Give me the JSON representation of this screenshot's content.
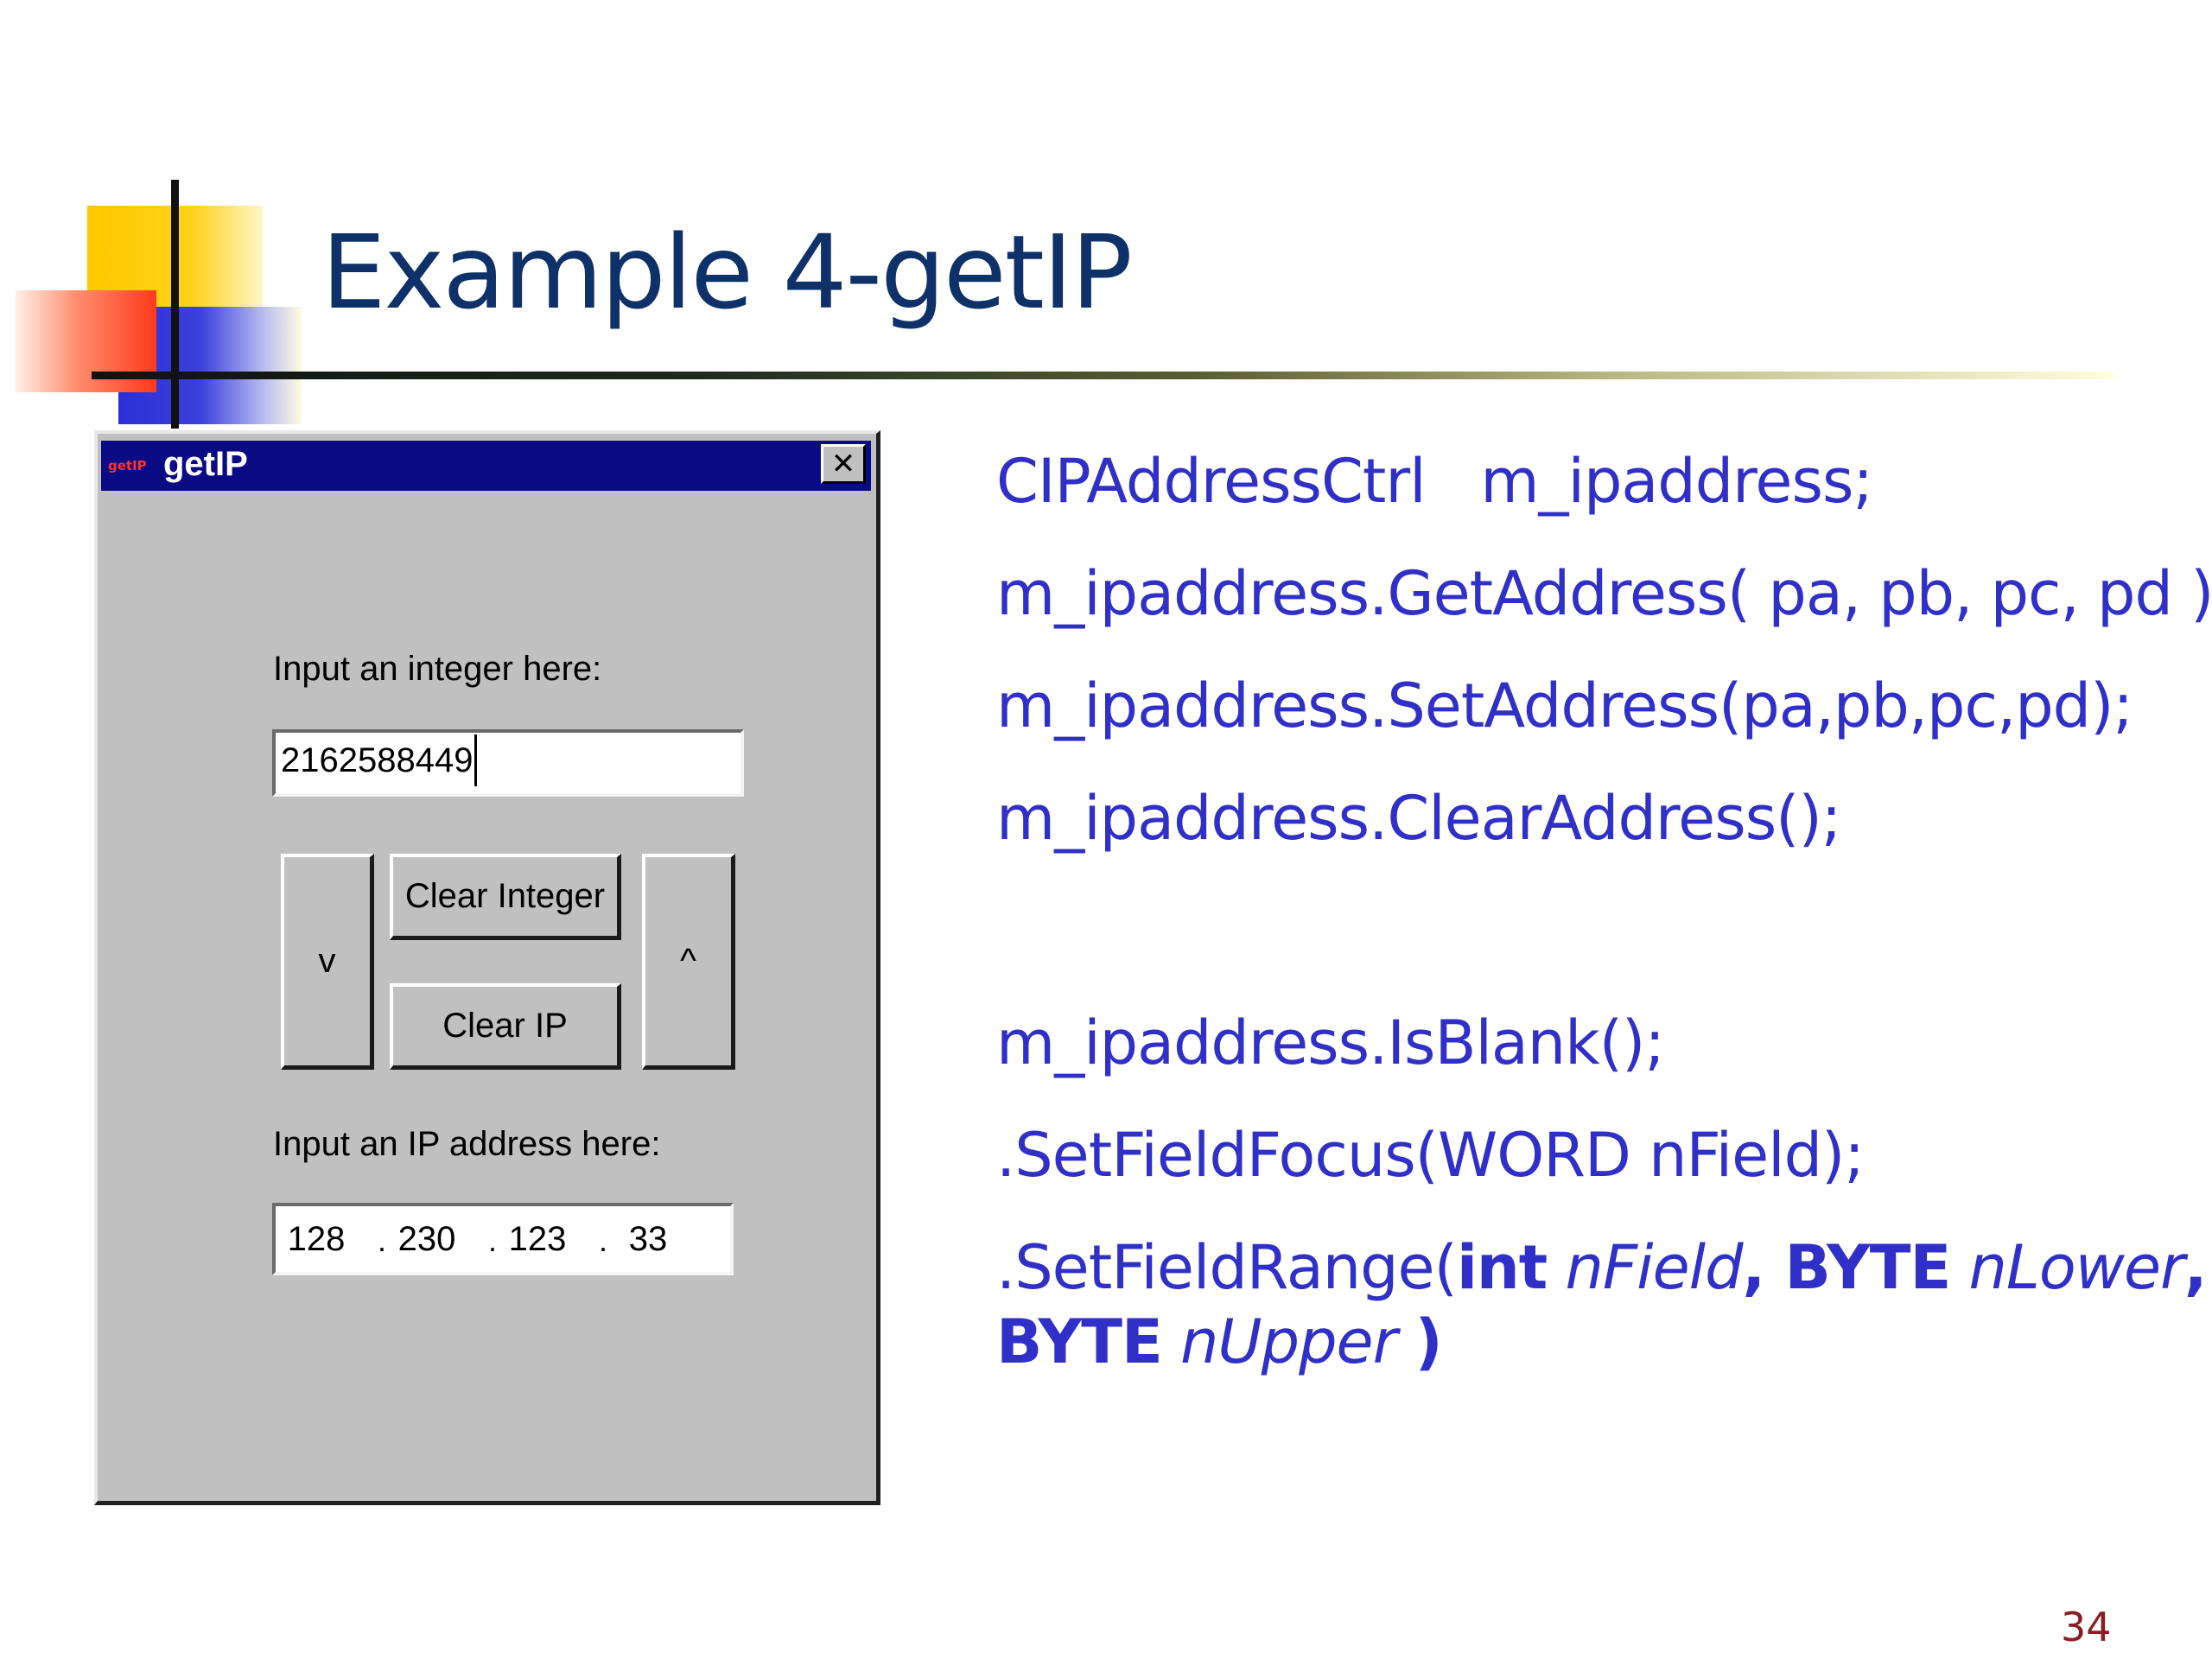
{
  "slide": {
    "title": "Example 4-getIP",
    "page_number": "34"
  },
  "dialog": {
    "title": "getIP",
    "icon_text": "getIP",
    "close_glyph": "✕",
    "integer_label": "Input an integer here:",
    "integer_value": "2162588449",
    "ip_label": "Input an IP address here:",
    "ip_octets": [
      "128",
      "230",
      "123",
      "33"
    ],
    "ip_separator": ".",
    "buttons": {
      "down": "v",
      "clear_integer": "Clear Integer",
      "clear_ip": "Clear IP",
      "up": "^"
    }
  },
  "code": {
    "line1": "CIPAddressCtrl   m_ipaddress;",
    "line2": "m_ipaddress.GetAddress( pa, pb, pc, pd );",
    "line3": "m_ipaddress.SetAddress(pa,pb,pc,pd);",
    "line4": "m_ipaddress.ClearAddress();",
    "line5": "m_ipaddress.IsBlank();",
    "line6": ".SetFieldFocus(WORD nField);",
    "line7": {
      "prefix": ".SetFieldRange(",
      "kw1": "int",
      "param1": "nField",
      "comma1": ", ",
      "kw2": "BYTE",
      "param2": "nLower",
      "comma2": ","
    },
    "line8": {
      "kw3": "BYTE",
      "param3": "nUpper",
      "close": ")"
    }
  },
  "colors": {
    "title": "#0d3168",
    "code": "#3030c8",
    "page_number": "#8a1c24",
    "dialog_bg": "#c0c0c0",
    "titlebar": "#0a0a84"
  }
}
